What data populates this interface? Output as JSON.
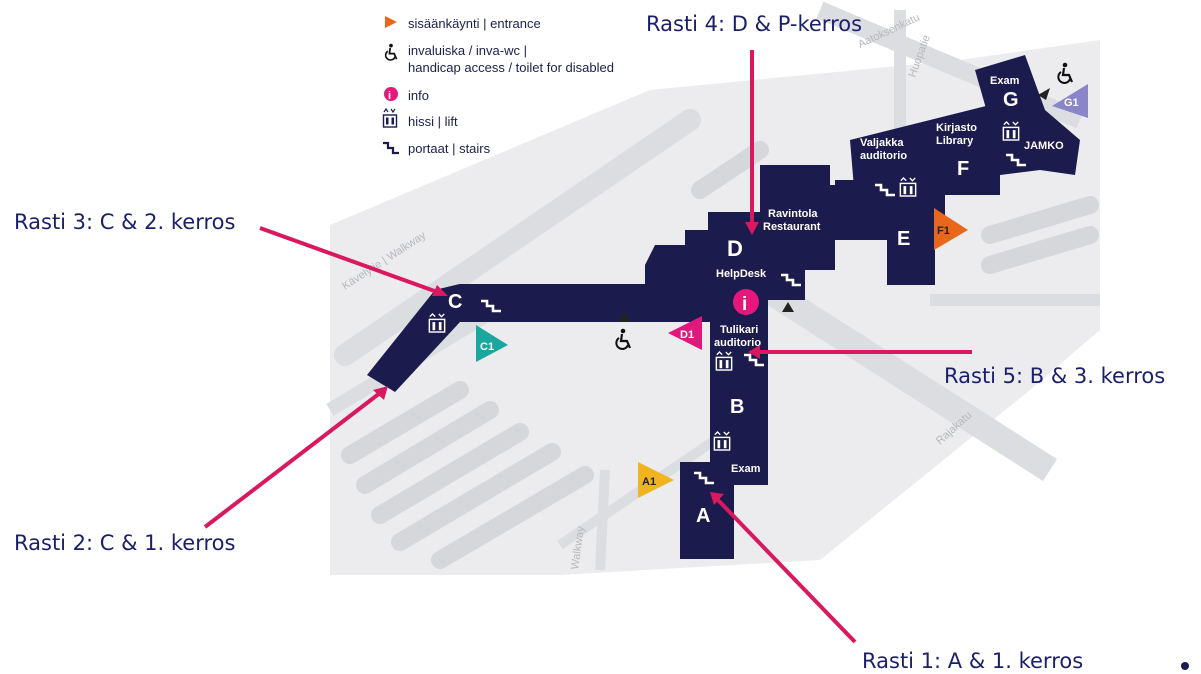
{
  "colors": {
    "building": "#1b1b4d",
    "ground": "#e8e8ea",
    "road": "#d8d9dc",
    "arrow": "#d9185f",
    "entrance": "#e8671c",
    "info": "#e6177a",
    "teal": "#1aa7a0",
    "yellow": "#f2b320",
    "purple": "#8a84c8",
    "magenta": "#e0187c",
    "rasti_text": "#1a1f6b"
  },
  "legend": {
    "entrance": "sisäänkäynti | entrance",
    "access_line1": "invaluiska / inva-wc |",
    "access_line2": "handicap access / toilet for disabled",
    "info": "info",
    "lift": "hissi | lift",
    "stairs": "portaat | stairs",
    "icons": [
      "entrance-icon",
      "wheelchair-icon",
      "info-icon",
      "lift-icon",
      "stairs-icon"
    ]
  },
  "rasti": {
    "r1": "Rasti 1: A & 1. kerros",
    "r2": "Rasti 2: C & 1. kerros",
    "r3": "Rasti 3: C & 2. kerros",
    "r4": "Rasti 4: D & P-kerros",
    "r5": "Rasti 5: B & 3. kerros"
  },
  "wings": {
    "a": "A",
    "b": "B",
    "c": "C",
    "d": "D",
    "e": "E",
    "f": "F",
    "g": "G"
  },
  "places": {
    "exam_g": "Exam",
    "exam_a": "Exam",
    "valjakka_1": "Valjakka",
    "valjakka_2": "auditorio",
    "kirjasto_1": "Kirjasto",
    "kirjasto_2": "Library",
    "jamko": "JAMKO",
    "ravintola_1": "Ravintola",
    "ravintola_2": "Restaurant",
    "helpdesk": "HelpDesk",
    "tulikari_1": "Tulikari",
    "tulikari_2": "auditorio",
    "info_mark": "i"
  },
  "entrances": {
    "a1": "A1",
    "c1": "C1",
    "d1": "D1",
    "f1": "F1",
    "g1": "G1"
  },
  "streets": {
    "aatos": "Aatoksenkatu",
    "huopa": "Huopatie",
    "walkway": "Kävelytie | Walkway",
    "rajakatu": "Rajakatu",
    "walkway2": "Walkway"
  }
}
